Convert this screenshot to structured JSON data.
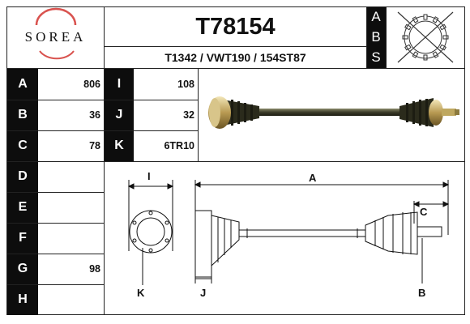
{
  "brand": {
    "name": "SOREA",
    "accent_color": "#d9534f"
  },
  "header": {
    "part_number": "T78154",
    "references": "T1342 / VWT190 / 154ST87",
    "abs_letters": [
      "A",
      "B",
      "S"
    ],
    "abs_icon": "crossed-out-abs-ring-icon"
  },
  "specs": [
    {
      "label": "A",
      "value": "806"
    },
    {
      "label": "B",
      "value": "36"
    },
    {
      "label": "C",
      "value": "78"
    },
    {
      "label": "D",
      "value": ""
    },
    {
      "label": "E",
      "value": ""
    },
    {
      "label": "F",
      "value": ""
    },
    {
      "label": "G",
      "value": "98"
    },
    {
      "label": "H",
      "value": ""
    }
  ],
  "specs2": [
    {
      "label": "I",
      "value": "108"
    },
    {
      "label": "J",
      "value": "32"
    },
    {
      "label": "K",
      "value": "6TR10"
    }
  ],
  "diagram": {
    "labels": {
      "A": "A",
      "B": "B",
      "C": "C",
      "I": "I",
      "J": "J",
      "K": "K"
    }
  }
}
